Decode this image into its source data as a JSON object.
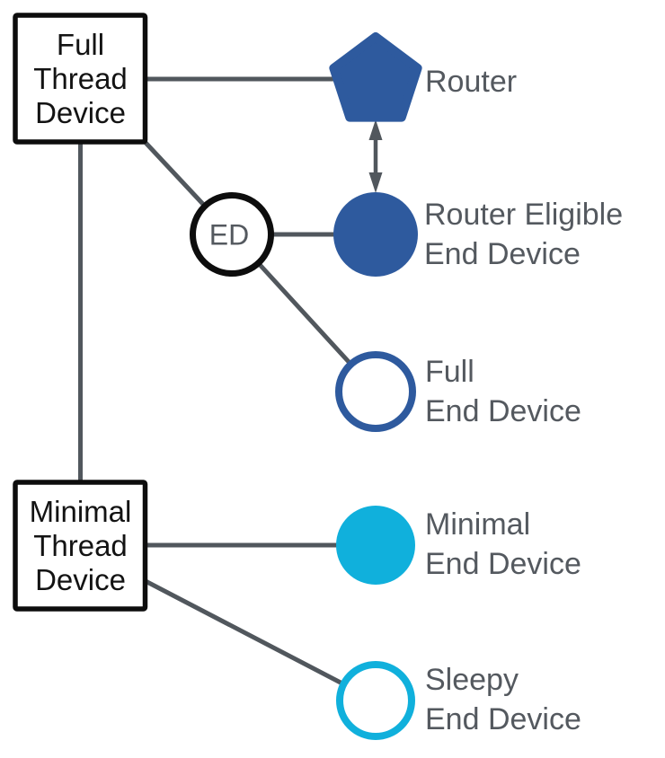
{
  "colors": {
    "blue": "#2e5a9e",
    "cyan": "#10b0dc",
    "line": "#51575d",
    "label_gray": "#54595f",
    "box_border": "#0d0d0d",
    "box_text": "#131313"
  },
  "nodes": {
    "full_thread_device": {
      "lines": [
        "Full",
        "Thread",
        "Device"
      ]
    },
    "minimal_thread_device": {
      "lines": [
        "Minimal",
        "Thread",
        "Device"
      ]
    },
    "end_device_badge": {
      "label": "ED"
    },
    "router": {
      "label": "Router"
    },
    "router_eligible_end_device": {
      "lines": [
        "Router Eligible",
        "End Device"
      ]
    },
    "full_end_device": {
      "lines": [
        "Full",
        "End Device"
      ]
    },
    "minimal_end_device": {
      "lines": [
        "Minimal",
        "End Device"
      ]
    },
    "sleepy_end_device": {
      "lines": [
        "Sleepy",
        "End Device"
      ]
    }
  }
}
